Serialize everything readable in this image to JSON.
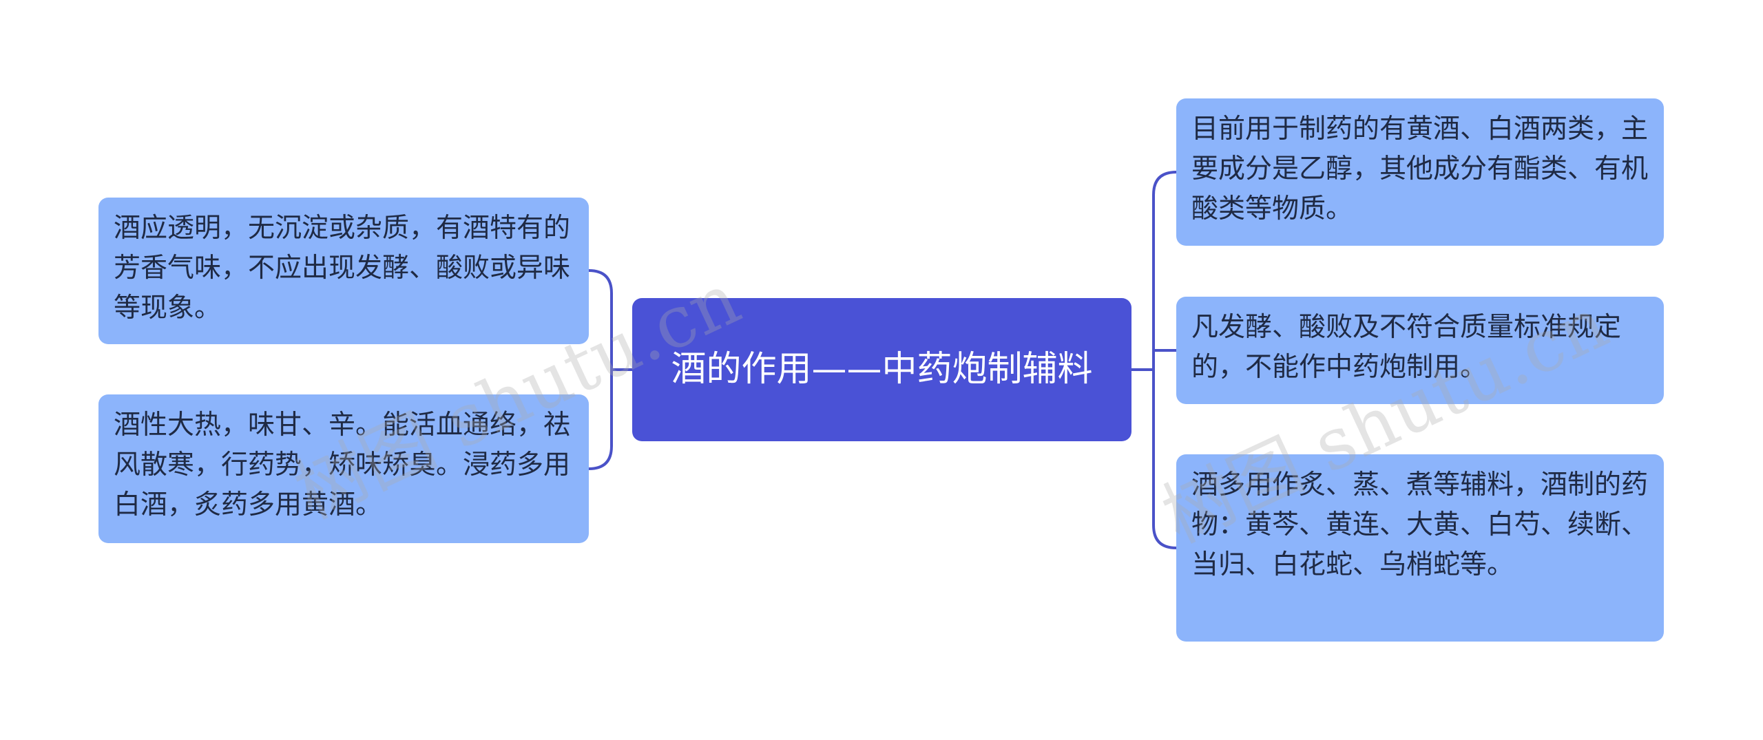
{
  "center": {
    "label": "酒的作用——中药炮制辅料"
  },
  "left_nodes": [
    {
      "text": "酒应透明，无沉淀或杂质，有酒特有的芳香气味，不应出现发酵、酸败或异味等现象。"
    },
    {
      "text": "酒性大热，味甘、辛。能活血通络，祛风散寒，行药势，矫味矫臭。浸药多用白酒，炙药多用黄酒。"
    }
  ],
  "right_nodes": [
    {
      "text": "目前用于制药的有黄酒、白酒两类，主要成分是乙醇，其他成分有酯类、有机酸类等物质。"
    },
    {
      "text": "凡发酵、酸败及不符合质量标准规定的，不能作中药炮制用。"
    },
    {
      "text": "酒多用作炙、蒸、煮等辅料，酒制的药物：黄芩、黄连、大黄、白芍、续断、当归、白花蛇、乌梢蛇等。"
    }
  ],
  "watermark": {
    "text": "树图 shutu.cn"
  },
  "colors": {
    "center_fill": "#4a52d6",
    "node_fill": "#8cb4fb",
    "connector": "#4a52c8"
  }
}
